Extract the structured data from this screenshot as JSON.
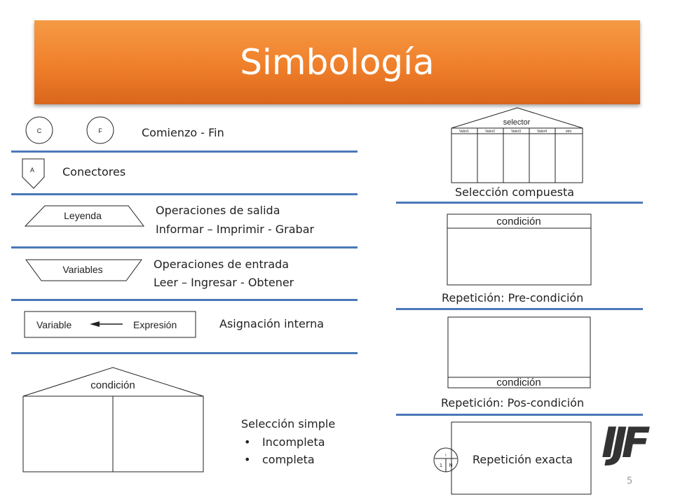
{
  "header": {
    "title": "Simbología"
  },
  "symbols": {
    "start_letter": "C",
    "end_letter": "F",
    "start_end_label": "Comienzo - Fin",
    "connector_letter": "A",
    "connector_label": "Conectores",
    "output_shape_text": "Leyenda",
    "output_label_1": "Operaciones de salida",
    "output_label_2": "Informar – Imprimir - Grabar",
    "input_shape_text": "Variables",
    "input_label_1": "Operaciones de entrada",
    "input_label_2": "Leer – Ingresar - Obtener",
    "assign_variable": "Variable",
    "assign_expression": "Expresión",
    "assign_label": "Asignación interna",
    "simple_condition": "condición",
    "simple_label": "Selección simple",
    "simple_options": [
      "Incompleta",
      "completa"
    ],
    "compound_selector": "selector",
    "compound_values": [
      "Valor1",
      "Valor2",
      "Valor3",
      "Valor4",
      "otro"
    ],
    "compound_label": "Selección compuesta",
    "pre_condition": "condición",
    "pre_label": "Repetición: Pre-condición",
    "post_condition": "condición",
    "post_label": "Repetición: Pos-condición",
    "exact_i": "I",
    "exact_1": "1",
    "exact_n": "N",
    "exact_label": "Repetición exacta"
  },
  "footer": {
    "page_number": "5",
    "logo": "IJF"
  },
  "colors": {
    "banner": "#f07f2a",
    "separator": "#4a78b8"
  }
}
